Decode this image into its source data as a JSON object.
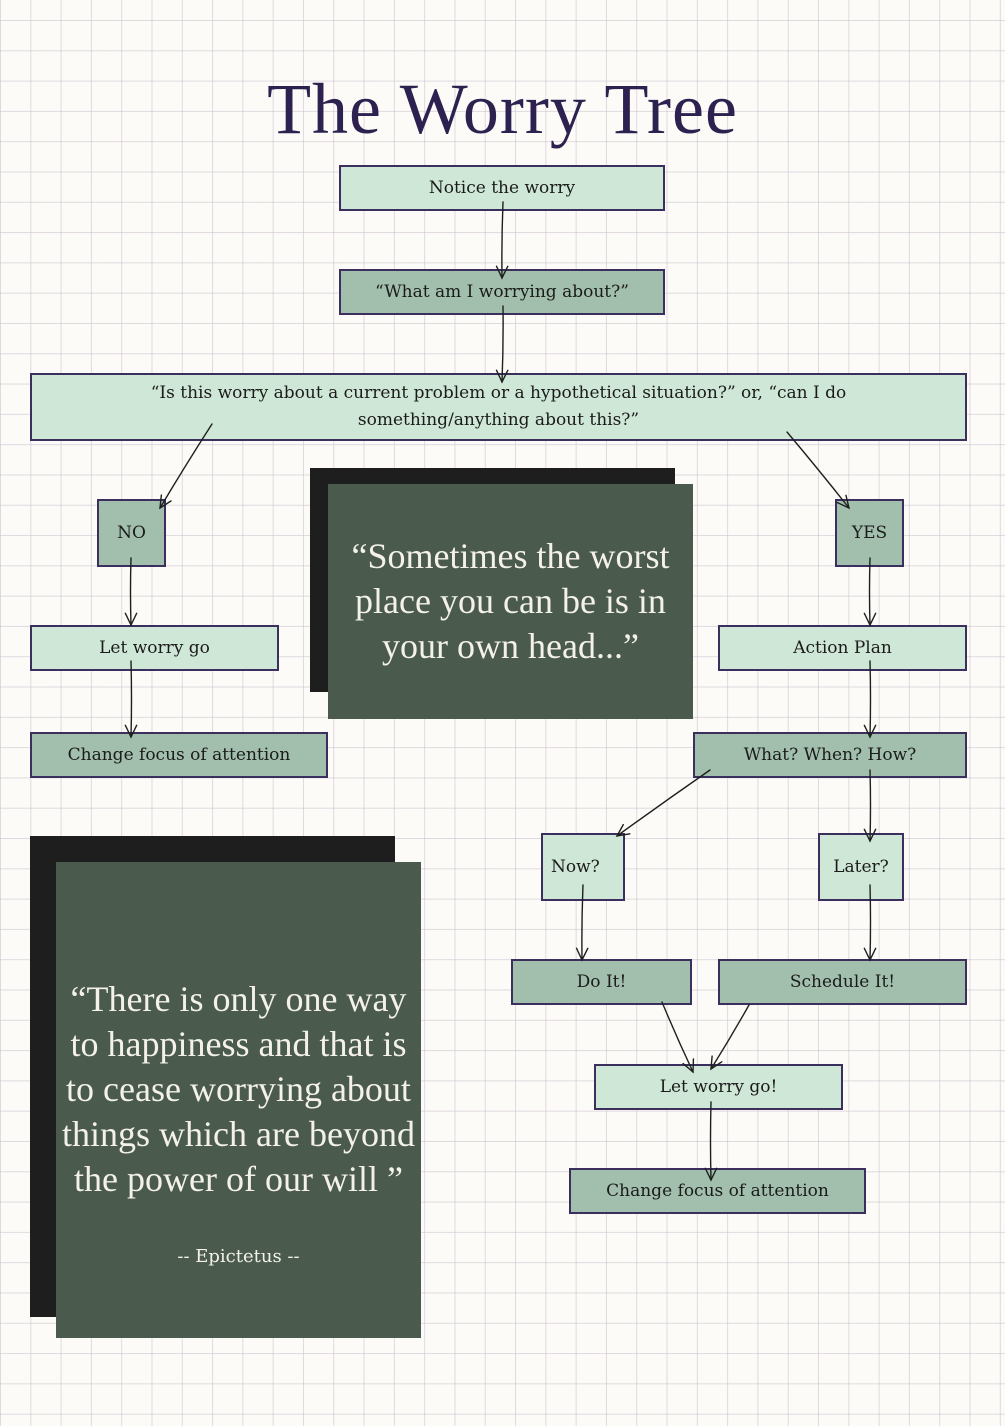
{
  "title": "The Worry Tree",
  "colors": {
    "title": "#2d2150",
    "node_light": "#cfe7d6",
    "node_dark": "#a1bfac",
    "node_border": "#3b2f5e",
    "card_bg": "#4a5b4e",
    "card_shadow": "#1e1e1e",
    "card_text": "#f4f1e8",
    "background": "#fdfbf7"
  },
  "nodes": {
    "notice": "Notice the worry",
    "what_worrying": "“What am I worrying about?”",
    "question": "“Is this worry about a current problem or a hypothetical situation?” or, “can I do something/anything about this?”",
    "no": "NO",
    "yes": "YES",
    "let_go_left": "Let worry go",
    "change_focus_left": "Change focus of attention",
    "action_plan": "Action Plan",
    "what_when_how": "What? When? How?",
    "now": "Now?",
    "later": "Later?",
    "do_it": "Do It!",
    "schedule_it": "Schedule It!",
    "let_go_right": "Let worry go!",
    "change_focus_right": "Change focus of attention"
  },
  "edges": [
    {
      "from": "notice",
      "to": "what_worrying"
    },
    {
      "from": "what_worrying",
      "to": "question"
    },
    {
      "from": "question",
      "to": "no"
    },
    {
      "from": "question",
      "to": "yes"
    },
    {
      "from": "no",
      "to": "let_go_left"
    },
    {
      "from": "let_go_left",
      "to": "change_focus_left"
    },
    {
      "from": "yes",
      "to": "action_plan"
    },
    {
      "from": "action_plan",
      "to": "what_when_how"
    },
    {
      "from": "what_when_how",
      "to": "now"
    },
    {
      "from": "what_when_how",
      "to": "later"
    },
    {
      "from": "now",
      "to": "do_it"
    },
    {
      "from": "later",
      "to": "schedule_it"
    },
    {
      "from": "do_it",
      "to": "let_go_right"
    },
    {
      "from": "schedule_it",
      "to": "let_go_right"
    },
    {
      "from": "let_go_right",
      "to": "change_focus_right"
    }
  ],
  "quotes": {
    "head": "“Sometimes the worst place you can be is in your own head...”",
    "epictetus": "“There is only one way to happiness and that is to cease worrying about things which are beyond the power of our will ”",
    "epictetus_author": "-- Epictetus --"
  }
}
